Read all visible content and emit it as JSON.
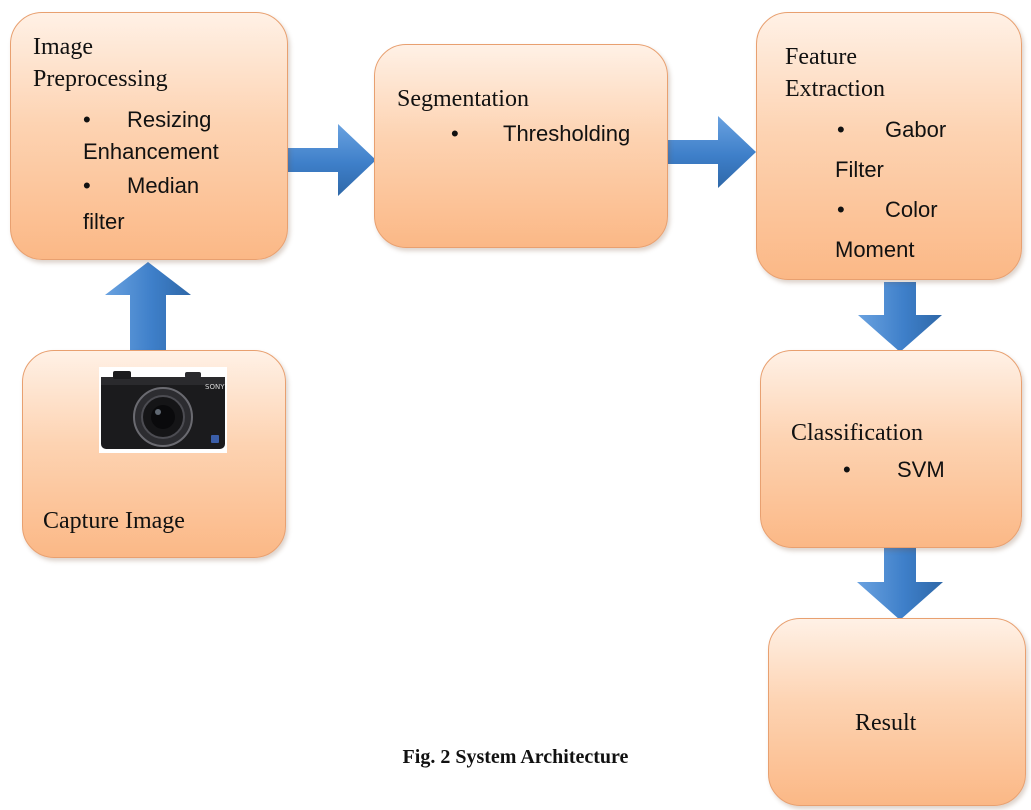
{
  "diagram": {
    "caption": "Fig. 2 System Architecture",
    "colors": {
      "box_fill_top": "#fff1e6",
      "box_fill_bottom": "#fbb886",
      "box_border": "#e8a070",
      "arrow_fill": "#3e7fc9"
    },
    "nodes": {
      "preprocessing": {
        "title_line1": "Image",
        "title_line2": "Preprocessing",
        "item1": "Resizing",
        "item1_cont": "Enhancement",
        "item2": "Median",
        "item2_cont": "filter"
      },
      "segmentation": {
        "title": "Segmentation",
        "item1": "Thresholding"
      },
      "feature_extraction": {
        "title_line1": "Feature",
        "title_line2": "Extraction",
        "item1": "Gabor",
        "item1_cont": "Filter",
        "item2": "Color",
        "item2_cont": "Moment"
      },
      "capture": {
        "title": "Capture Image",
        "icon": "camera-icon",
        "camera_brand": "SONY"
      },
      "classification": {
        "title": "Classification",
        "item1": "SVM"
      },
      "result": {
        "title": "Result"
      }
    },
    "edges": [
      {
        "from": "capture",
        "to": "preprocessing"
      },
      {
        "from": "preprocessing",
        "to": "segmentation"
      },
      {
        "from": "segmentation",
        "to": "feature_extraction"
      },
      {
        "from": "feature_extraction",
        "to": "classification"
      },
      {
        "from": "classification",
        "to": "result"
      }
    ]
  }
}
